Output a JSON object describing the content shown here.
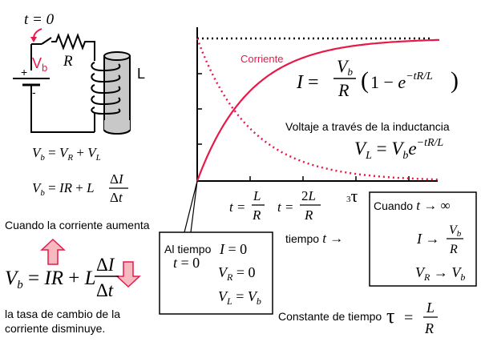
{
  "colors": {
    "accent_red": "#e8194a",
    "arrow_fill": "#f9b9c0",
    "arrow_stroke": "#e8194a",
    "inductor_fill": "#c8c8c8",
    "black": "#000000"
  },
  "circuit": {
    "switch_time": "t = 0",
    "source_label": "V",
    "source_sub": "b",
    "plus": "+",
    "minus": "-",
    "resistor_label": "R",
    "inductor_label": "L"
  },
  "equations": {
    "kvl": "V_b = V_R + V_L",
    "kvl_expanded": "V_b = IR + L ΔI/Δt",
    "highlight_eq": "V_b = IR + L ΔI/Δt"
  },
  "text": {
    "current_increases": "Cuando la corriente aumenta",
    "rate_decreases_line1": "la tasa de cambio de la",
    "rate_decreases_line2": "corriente disminuye.",
    "current_label": "Corriente",
    "voltage_label": "Voltaje a través de la inductancia",
    "time_axis": "tiempo",
    "time_constant": "Constante de tiempo",
    "at_time": "Al tiempo",
    "when": "Cuando"
  },
  "graph": {
    "tick_1": "t = L/R",
    "tick_2": "t = 2L/R",
    "tick_3": "3τ"
  }
}
